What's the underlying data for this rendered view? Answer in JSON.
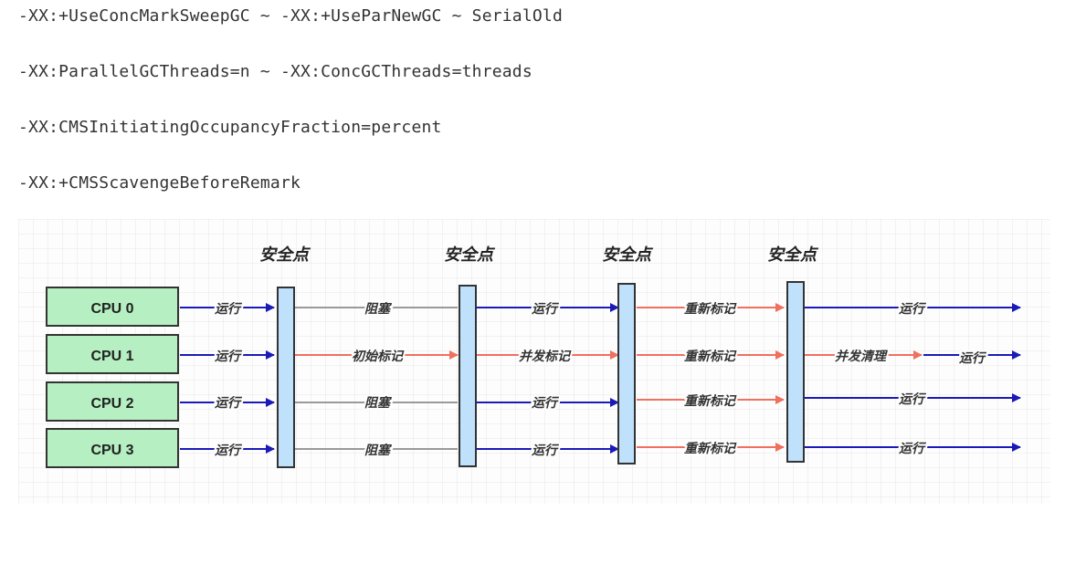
{
  "code_lines": [
    "-XX:+UseConcMarkSweepGC ~ -XX:+UseParNewGC ~ SerialOld",
    "-XX:ParallelGCThreads=n ~ -XX:ConcGCThreads=threads",
    "-XX:CMSInitiatingOccupancyFraction=percent",
    "-XX:+CMSScavengeBeforeRemark"
  ],
  "diagram": {
    "safepoint_label": "安全点",
    "cpus": [
      "CPU 0",
      "CPU 1",
      "CPU 2",
      "CPU 3"
    ],
    "colors": {
      "run": "#1a1ab8",
      "block": "#9a9a9a",
      "concurrent": "#f07060",
      "cpu_fill": "#b6f0c2",
      "safepoint_fill": "#bfe1fb"
    },
    "phases": [
      [
        "运行",
        "运行",
        "运行",
        "运行"
      ],
      [
        "阻塞",
        "初始标记",
        "阻塞",
        "阻塞"
      ],
      [
        "运行",
        "并发标记",
        "运行",
        "运行"
      ],
      [
        "重新标记",
        "重新标记",
        "重新标记",
        "重新标记"
      ],
      [
        "运行",
        "并发清理",
        "运行",
        "运行"
      ]
    ],
    "final_run_label": "运行"
  }
}
